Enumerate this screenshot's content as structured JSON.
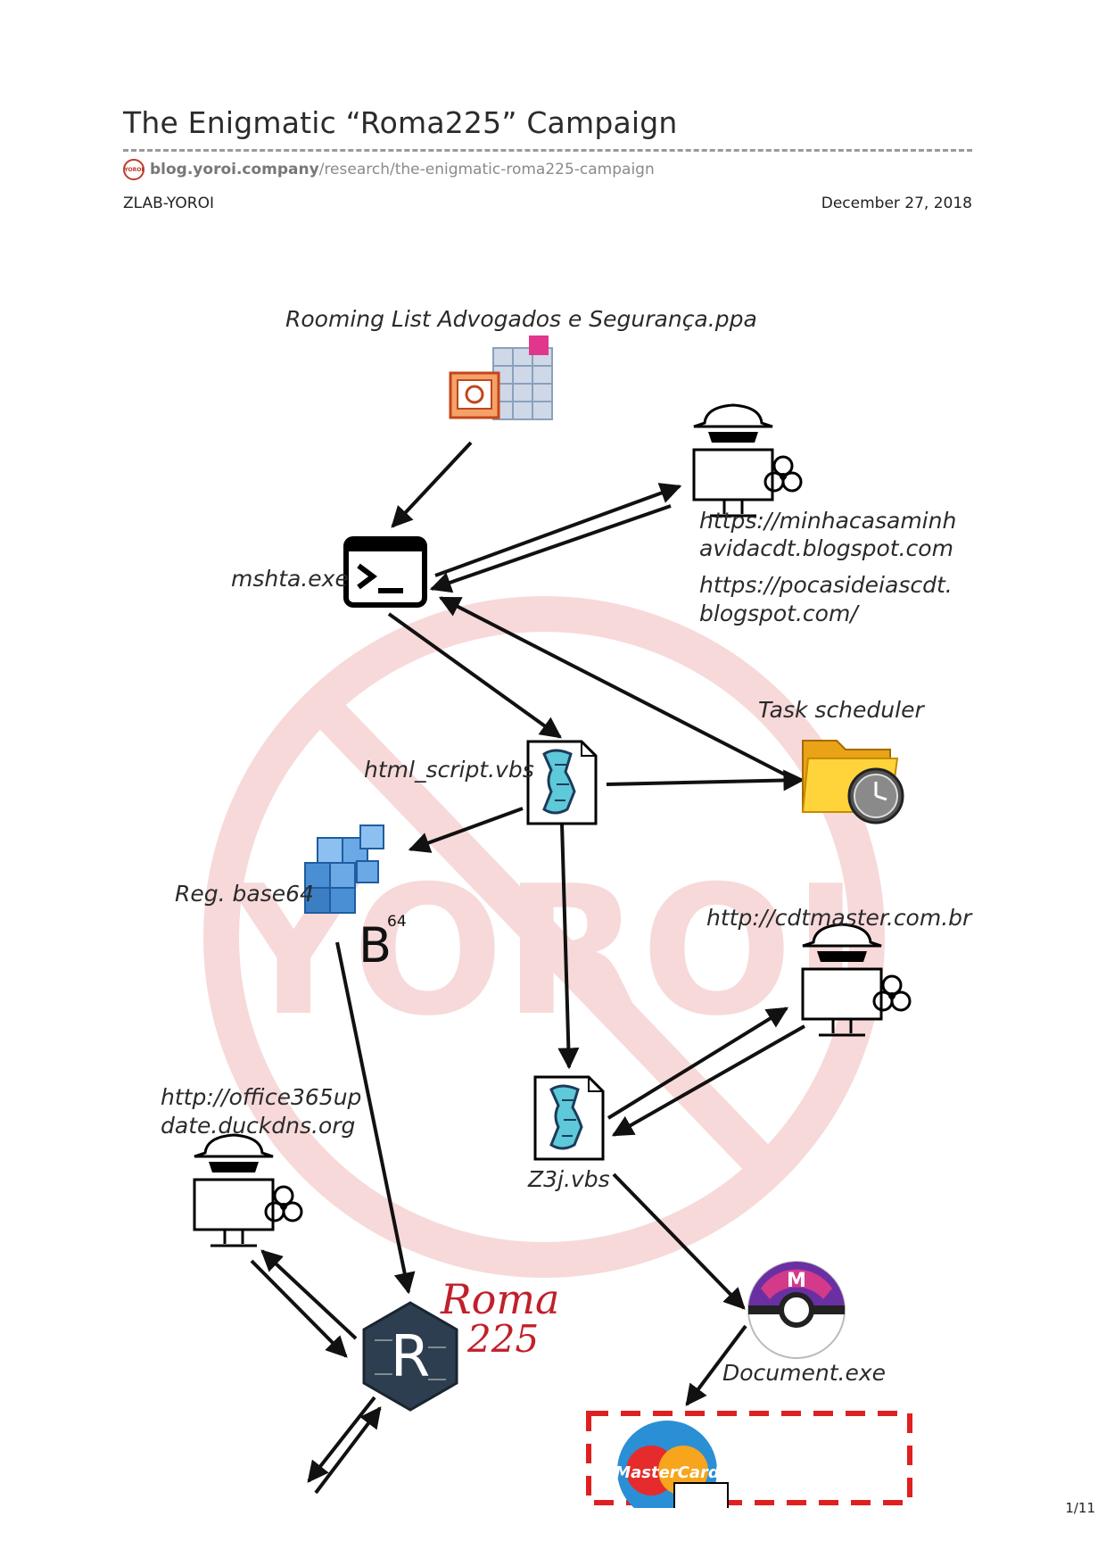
{
  "header": {
    "title": "The Enigmatic “Roma225” Campaign",
    "logo_text": "YOROI",
    "url_host": "blog.yoroi.company",
    "url_path": "/research/the-enigmatic-roma225-campaign",
    "author": "ZLAB-YOROI",
    "date": "December 27, 2018"
  },
  "diagram": {
    "watermark": "YOROI",
    "labels": {
      "ppa_file": "Rooming List Advogados e Segurança.ppa",
      "mshta": "mshta.exe",
      "url1_line1": "https://minhacasaminh",
      "url1_line2": "avidacdt.blogspot.com",
      "url2_line1": "https://pocasideiascdt.",
      "url2_line2": "blogspot.com/",
      "task_scheduler": "Task scheduler",
      "html_script": "html_script.vbs",
      "reg_base64": "Reg. base64",
      "b64_letter": "B",
      "b64_sup": "64",
      "cdtmaster": "http://cdtmaster.com.br",
      "office_line1": "http://office365up",
      "office_line2": "date.duckdns.org",
      "z3j": "Z3j.vbs",
      "roma_line1": "Roma",
      "roma_line2": "225",
      "r_letter": "R",
      "document": "Document.exe",
      "mastercard": "MasterCard",
      "ball_letter": "M"
    },
    "colors": {
      "watermark": "#f7d9d9",
      "arrow": "#111111",
      "roma_red": "#c0202a",
      "dashed_box": "#e02020"
    }
  },
  "footer": {
    "page": "1/11"
  }
}
